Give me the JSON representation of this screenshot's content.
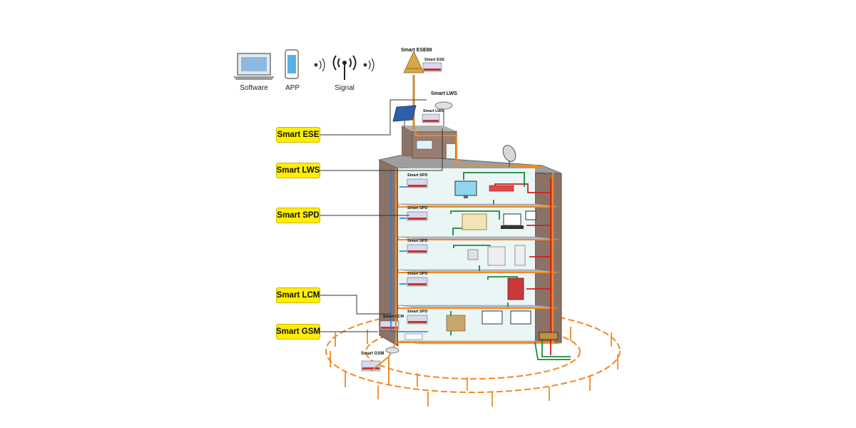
{
  "top_icons": {
    "software": {
      "label": "Software",
      "icon": "laptop-icon"
    },
    "app": {
      "label": "APP",
      "icon": "smartphone-icon"
    },
    "signal": {
      "label": "Signal",
      "icon": "antenna-icon"
    }
  },
  "callouts": {
    "ese": "Smart ESE",
    "lws": "Smart LWS",
    "spd": "Smart SPD",
    "lcm": "Smart LCM",
    "gsm": "Smart GSM"
  },
  "device_labels": {
    "ese88": "Smart ESE88",
    "ese_small": "Smart ESE",
    "lws": "Smart LWS",
    "lws_small": "Smart LWS",
    "spd_floors": [
      "Smart SPD",
      "Smart SPD",
      "Smart SPD",
      "Smart SPD",
      "Smart SPD"
    ],
    "lcm": "Smart LCM",
    "gsm": "Smart GSM"
  },
  "colors": {
    "callout_fill": "#ffee00",
    "ground_wire": "#f08a24",
    "power_wire": "#d42020",
    "data_wire_green": "#1a8a3a",
    "data_wire_blue": "#2a7fd4",
    "building_side": "#8b7266",
    "floor_fill": "#eaf6f6"
  }
}
